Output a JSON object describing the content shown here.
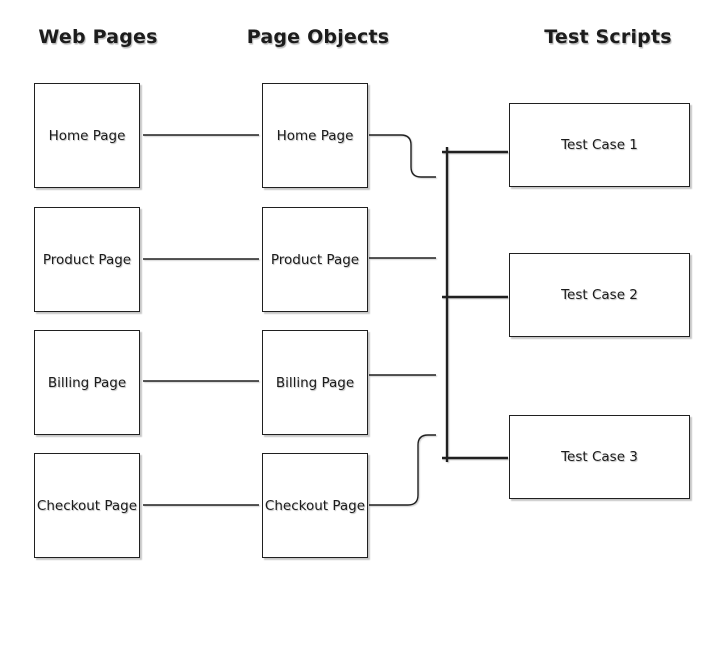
{
  "diagram": {
    "columns": [
      {
        "id": "web-pages",
        "header": "Web Pages",
        "boxes": [
          {
            "label": "Home Page"
          },
          {
            "label": "Product Page"
          },
          {
            "label": "Billing Page"
          },
          {
            "label": "Checkout Page"
          }
        ]
      },
      {
        "id": "page-objects",
        "header": "Page Objects",
        "boxes": [
          {
            "label": "Home Page"
          },
          {
            "label": "Product Page"
          },
          {
            "label": "Billing Page"
          },
          {
            "label": "Checkout Page"
          }
        ]
      },
      {
        "id": "test-scripts",
        "header": "Test Scripts",
        "boxes": [
          {
            "label": "Test Case 1"
          },
          {
            "label": "Test Case 2"
          },
          {
            "label": "Test Case 3"
          }
        ]
      }
    ],
    "edges": [
      {
        "from": "web-home-page",
        "to": "object-home-page",
        "style": "double-arrow"
      },
      {
        "from": "web-product-page",
        "to": "object-product-page",
        "style": "double-arrow"
      },
      {
        "from": "web-billing-page",
        "to": "object-billing-page",
        "style": "double-arrow"
      },
      {
        "from": "web-checkout-page",
        "to": "object-checkout-page",
        "style": "double-arrow"
      },
      {
        "from": "object-home-page",
        "to": "test-bus",
        "style": "arrow-s-curve-down"
      },
      {
        "from": "object-product-page",
        "to": "test-bus",
        "style": "arrow-straight"
      },
      {
        "from": "object-billing-page",
        "to": "test-bus",
        "style": "arrow-straight"
      },
      {
        "from": "object-checkout-page",
        "to": "test-bus",
        "style": "arrow-s-curve-up"
      },
      {
        "from": "test-bus",
        "to": "test-case-1",
        "style": "thick-line"
      },
      {
        "from": "test-bus",
        "to": "test-case-2",
        "style": "thick-line"
      },
      {
        "from": "test-bus",
        "to": "test-case-3",
        "style": "thick-line"
      }
    ],
    "colors": {
      "line": "#202020",
      "box_border": "#202020",
      "box_background": "#ffffff",
      "canvas_background": "#ffffff"
    }
  }
}
